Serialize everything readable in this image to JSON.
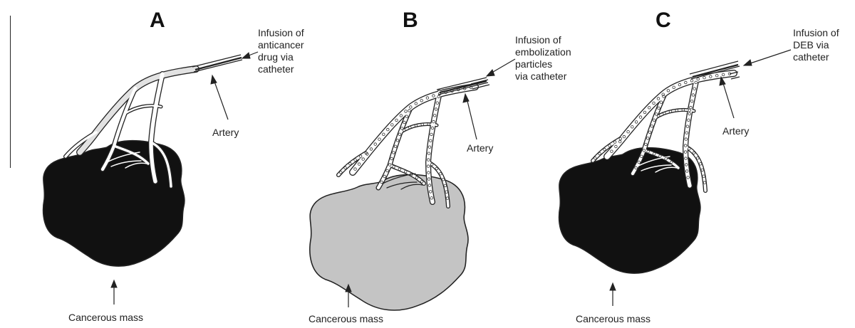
{
  "panels": [
    {
      "letter": "A",
      "infusion_label": "Infusion of\nanticancer\ndrug via\ncatheter",
      "artery_label": "Artery",
      "mass_label": "Cancerous mass",
      "mass_fill": "#111111",
      "vessel_content": "drug-filled",
      "particles": false
    },
    {
      "letter": "B",
      "infusion_label": "Infusion of\nembolization\nparticles\nvia catheter",
      "artery_label": "Artery",
      "mass_label": "Cancerous mass",
      "mass_fill": "#c4c4c4",
      "vessel_content": "particles",
      "particles": true
    },
    {
      "letter": "C",
      "infusion_label": "Infusion of\nDEB via\ncatheter",
      "artery_label": "Artery",
      "mass_label": "Cancerous mass",
      "mass_fill": "#111111",
      "vessel_content": "particles",
      "particles": true
    }
  ],
  "colors": {
    "line": "#222222",
    "drug_tint": "#e2e2e2"
  }
}
